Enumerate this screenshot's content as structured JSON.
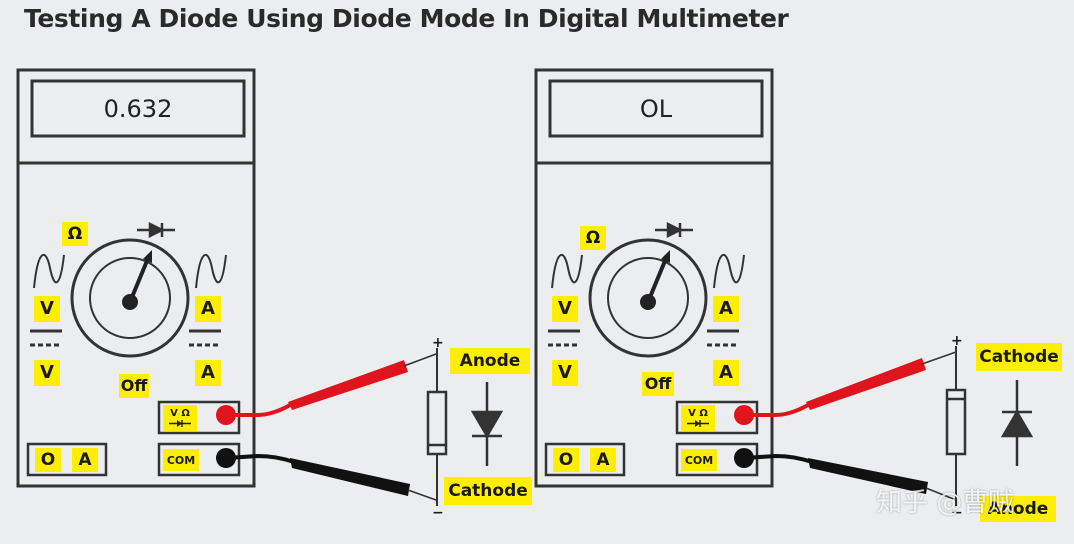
{
  "title": "Testing A Diode Using Diode Mode In Digital Multimeter",
  "meters": [
    {
      "display": "0.632",
      "ohm": "Ω",
      "v_ac": "V",
      "v_dc": "V",
      "a_ac": "A",
      "a_dc": "A",
      "off": "Off",
      "port_top": "V Ω",
      "port_com": "COM",
      "port_o": "O",
      "port_a": "A",
      "probe_top": "+",
      "probe_bottom": "−",
      "top_label": "Anode",
      "bottom_label": "Cathode"
    },
    {
      "display": "OL",
      "ohm": "Ω",
      "v_ac": "V",
      "v_dc": "V",
      "a_ac": "A",
      "a_dc": "A",
      "off": "Off",
      "port_top": "V Ω",
      "port_com": "COM",
      "port_o": "O",
      "port_a": "A",
      "probe_top": "+",
      "probe_bottom": "−",
      "top_label": "Cathode",
      "bottom_label": "Anode"
    }
  ],
  "watermark": "知乎 @曹贼",
  "colors": {
    "background": "#ebedee",
    "outline": "#333333",
    "highlight": "#ffee00",
    "red_probe": "#e0141c",
    "black_probe": "#111111"
  }
}
